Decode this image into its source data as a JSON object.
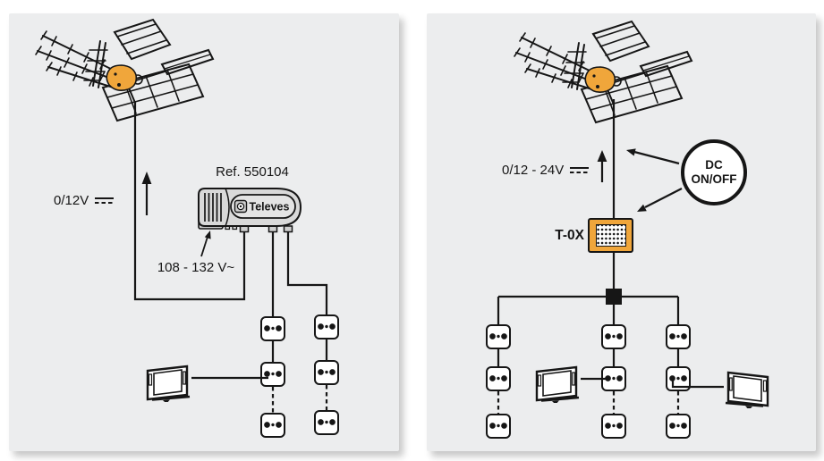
{
  "left_panel": {
    "cable_voltage": "0/12V",
    "psu_ref": "Ref. 550104",
    "psu_brand": "Televes",
    "mains_voltage": "108 - 132 V~",
    "outlet_columns": 2,
    "outlets_per_column": 3,
    "tv_count": 1
  },
  "right_panel": {
    "cable_voltage": "0/12 - 24V",
    "amplifier_label": "T-0X",
    "dc_switch_line1": "DC",
    "dc_switch_line2": "ON/OFF",
    "outlet_columns": 3,
    "outlets_per_column": 3,
    "tv_count": 2
  },
  "colors": {
    "accent_orange": "#F0A63B",
    "line_black": "#161616",
    "panel_background": "#ECEDEE"
  },
  "icons": {
    "antenna": "uhf-yagi-antenna-icon",
    "tv": "television-icon",
    "outlet": "coax-wall-outlet-icon",
    "splitter": "splitter-node-icon",
    "dc_symbol": "dc-current-symbol-icon",
    "up_arrow": "signal-up-arrow-icon",
    "pointer_arrow": "pointer-arrow-icon",
    "power_injector": "televes-power-injector-icon",
    "amplifier": "tox-amplifier-icon"
  }
}
